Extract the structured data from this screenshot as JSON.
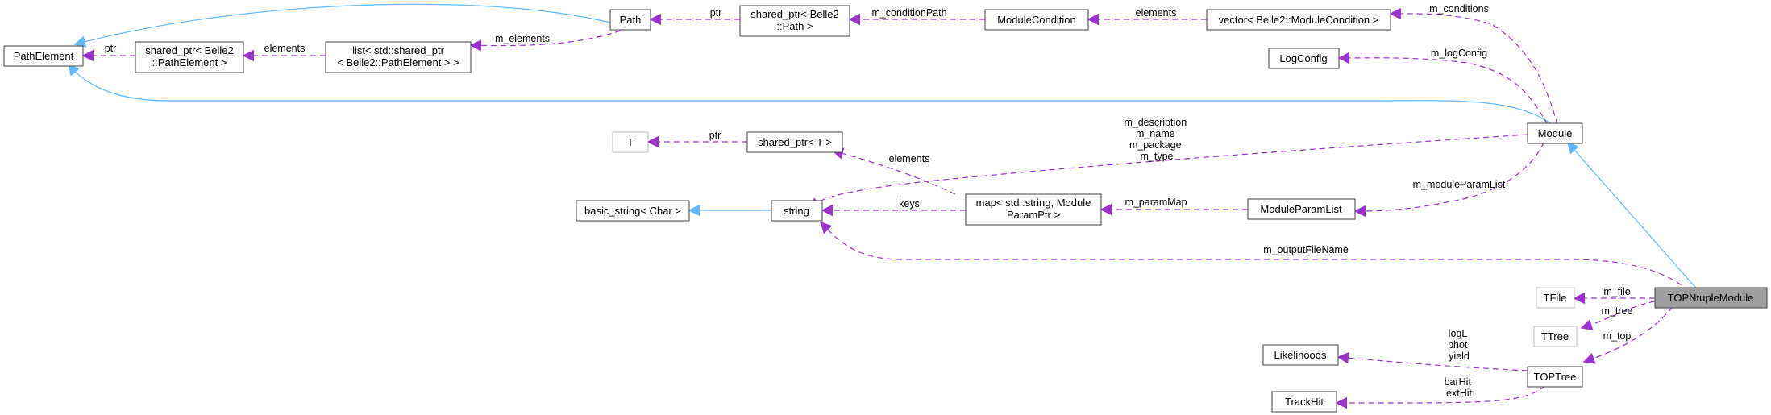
{
  "colors": {
    "inheritance_edge": "#63b8ff",
    "usage_edge": "#9a32cd",
    "focus_node_fill": "#9e9e9e",
    "node_border": "#404040",
    "ghost_node_border": "#bfbfbf"
  },
  "nodes": {
    "path_element": [
      "PathElement"
    ],
    "shared_ptr_pathelement": [
      "shared_ptr< Belle2",
      "::PathElement >"
    ],
    "list_shared_ptr": [
      "list< std::shared_ptr",
      "< Belle2::PathElement > >"
    ],
    "path": [
      "Path"
    ],
    "shared_ptr_path": [
      "shared_ptr< Belle2",
      "::Path >"
    ],
    "module_condition": [
      "ModuleCondition"
    ],
    "vector_module_condition": [
      "vector< Belle2::ModuleCondition >"
    ],
    "log_config": [
      "LogConfig"
    ],
    "module": [
      "Module"
    ],
    "t": [
      "T"
    ],
    "shared_ptr_t": [
      "shared_ptr< T >"
    ],
    "basic_string": [
      "basic_string< Char >"
    ],
    "string": [
      "string"
    ],
    "map_param": [
      "map< std::string, Module",
      "ParamPtr >"
    ],
    "module_param_list": [
      "ModuleParamList"
    ],
    "tfile": [
      "TFile"
    ],
    "topntuple_module": [
      "TOPNtupleModule"
    ],
    "ttree": [
      "TTree"
    ],
    "likelihoods": [
      "Likelihoods"
    ],
    "toptree": [
      "TOPTree"
    ],
    "track_hit": [
      "TrackHit"
    ]
  },
  "edge_labels": {
    "pe_to_spe": [
      "ptr"
    ],
    "spe_to_list": [
      "elements"
    ],
    "list_to_path": [
      "m_elements"
    ],
    "sp_path_to_path": [
      "ptr"
    ],
    "mc_to_sp_path": [
      "m_conditionPath"
    ],
    "vec_to_mc": [
      "elements"
    ],
    "module_to_vec": [
      "m_conditions"
    ],
    "module_to_logcfg": [
      "m_logConfig"
    ],
    "module_to_string": [
      "m_description",
      "m_name",
      "m_package",
      "m_type"
    ],
    "t_to_sp_t": [
      "ptr"
    ],
    "map_to_sp_t": [
      "elements"
    ],
    "map_to_string": [
      "keys"
    ],
    "mpl_to_map": [
      "m_paramMap"
    ],
    "module_to_mpl": [
      "m_moduleParamList"
    ],
    "topntuple_to_string": [
      "m_outputFileName"
    ],
    "topntuple_to_tfile": [
      "m_file"
    ],
    "topntuple_to_ttree": [
      "m_tree"
    ],
    "topntuple_to_toptree": [
      "m_top"
    ],
    "toptree_to_likelihoods": [
      "logL",
      "phot",
      "yield"
    ],
    "toptree_to_trackhit": [
      "barHit",
      "extHit"
    ]
  }
}
